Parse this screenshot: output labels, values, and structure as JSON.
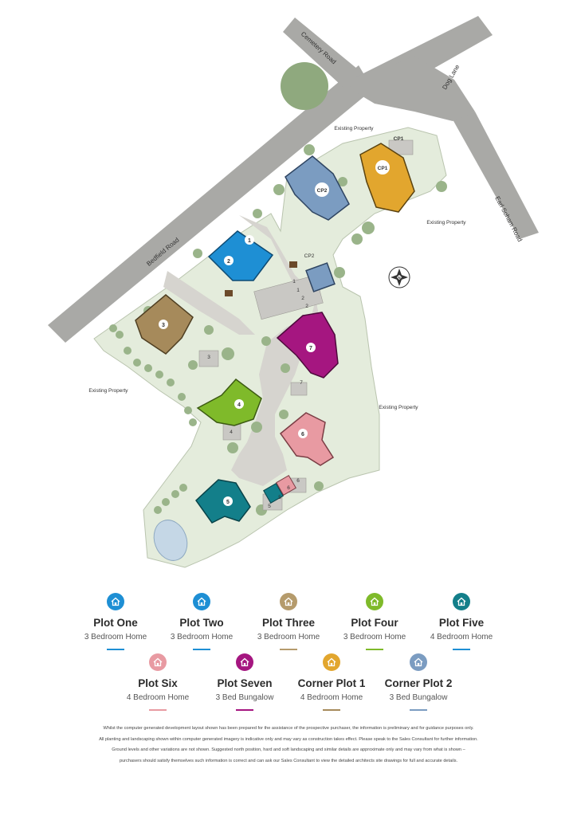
{
  "roads": {
    "cemetery": "Cemetery Road",
    "dog_lane": "Dog Lane",
    "bedfield": "Bedfield Road",
    "earl_soham": "Earl Soham Road"
  },
  "existing_property_label": "Existing Property",
  "plot_markers": {
    "p1": "1",
    "p2": "2",
    "p3": "3",
    "p4": "4",
    "p5": "5",
    "p6": "6",
    "p7": "7",
    "cp1": "CP1",
    "cp2": "CP2"
  },
  "parking_labels": {
    "cp1": "CP1",
    "cp2": "CP2",
    "n1a": "1",
    "n1b": "1",
    "n2a": "2",
    "n2b": "2",
    "n3": "3",
    "n7": "7",
    "n4": "4",
    "n5": "5",
    "n6": "6",
    "n5b": "5",
    "n6b": "6"
  },
  "compass_letter": "N",
  "colors": {
    "plot_one": "#1e8fd4",
    "plot_two": "#1e8fd4",
    "plot_three": "#a68a5b",
    "plot_four": "#7fba2a",
    "plot_five": "#137f8a",
    "plot_six": "#e89aa2",
    "plot_seven": "#a51680",
    "corner_plot_1": "#e2a62e",
    "corner_plot_2": "#7b9cc1",
    "grass": "#e4ecdc",
    "road": "#a9a9a6",
    "tree": "#8fa97e"
  },
  "legend": {
    "row1": [
      {
        "title": "Plot One",
        "sub": "3 Bedroom Home",
        "color": "#1e8fd4"
      },
      {
        "title": "Plot Two",
        "sub": "3 Bedroom Home",
        "color": "#1e8fd4"
      },
      {
        "title": "Plot Three",
        "sub": "3 Bedroom Home",
        "color": "#b59b6c"
      },
      {
        "title": "Plot Four",
        "sub": "3 Bedroom Home",
        "color": "#7fba2a"
      },
      {
        "title": "Plot Five",
        "sub": "4 Bedroom Home",
        "color": "#137f8a"
      }
    ],
    "row2": [
      {
        "title": "Plot Six",
        "sub": "4 Bedroom Home",
        "color": "#e89aa2"
      },
      {
        "title": "Plot Seven",
        "sub": "3 Bed Bungalow",
        "color": "#a51680"
      },
      {
        "title": "Corner Plot 1",
        "sub": "4 Bedroom Home",
        "color": "#e2a62e"
      },
      {
        "title": "Corner Plot 2",
        "sub": "3 Bed Bungalow",
        "color": "#7b9cc1"
      }
    ]
  },
  "disclaimer": {
    "line1": "Whilst the computer generated development layout shown has been prepared for the assistance of the prospective purchaser, the information is preliminary and for guidance purposes only.",
    "line2": "All planting and landscaping shown within computer generated imagery is indicative only and may vary as construction takes effect. Please speak to the Sales Consultant for further information.",
    "line3": "Ground levels and other variations are not shown. Suggested north position, hard and soft landscaping and similar details are approximate only and may vary from what is shown –",
    "line4": "purchasers should satisfy themselves such information is correct and can ask our Sales Consultant to view the detailed architects site drawings for full and accurate details."
  }
}
